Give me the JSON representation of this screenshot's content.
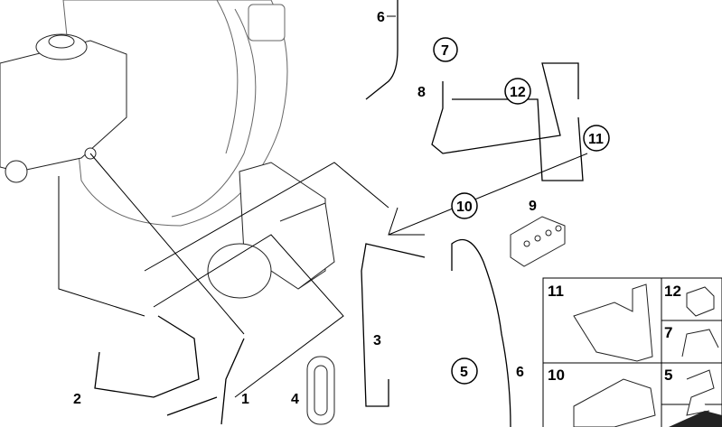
{
  "callouts": [
    {
      "id": "6",
      "circled": false
    },
    {
      "id": "7",
      "circled": true
    },
    {
      "id": "8",
      "circled": false
    },
    {
      "id": "12",
      "circled": true
    },
    {
      "id": "11",
      "circled": true
    },
    {
      "id": "10",
      "circled": true
    },
    {
      "id": "9",
      "circled": false
    },
    {
      "id": "3",
      "circled": false
    },
    {
      "id": "4",
      "circled": false
    },
    {
      "id": "2",
      "circled": false
    },
    {
      "id": "1",
      "circled": false
    },
    {
      "id": "5",
      "circled": true
    },
    {
      "id": "6",
      "circled": false
    }
  ],
  "inset": {
    "cells": [
      "11",
      "12",
      "7",
      "10",
      "5"
    ]
  }
}
